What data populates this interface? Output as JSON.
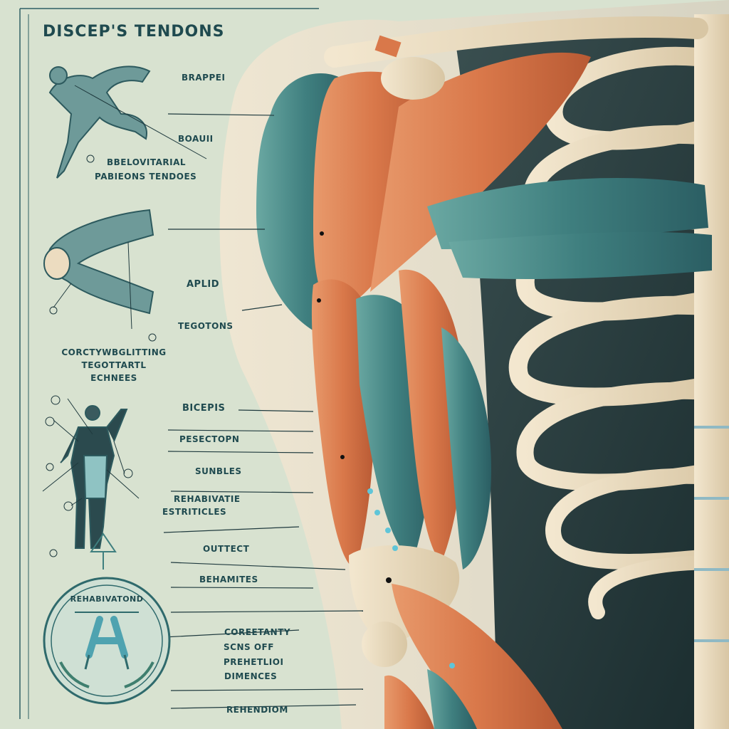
{
  "title": "DISCEP'S TENDONS",
  "labels": {
    "l1": "BRAPPEI",
    "l2": "BOAUII",
    "l3a": "BBELOVITARIAL",
    "l3b": "PABIEONS TENDOES",
    "l4": "APLID",
    "l5": "TEGOTONS",
    "l6a": "CORCTYWBGLITTING",
    "l6b": "TEGOTTARTL",
    "l6c": "ECHNEES",
    "l7": "BICEPIS",
    "l8": "PESECTOPN",
    "l9": "SUNBLES",
    "l10a": "REHABIVATIE",
    "l10b": "ESTRITICLES",
    "l11": "OUTTECT",
    "l12": "BEHAMITES",
    "l13a": "COREETANTY",
    "l13b": "SCNS OFF",
    "l13c": "PREHETLIOI",
    "l13d": "DIMENCES",
    "l14": "REHENDIOM"
  },
  "badge": {
    "text": "REHABIVATOND"
  },
  "colors": {
    "background": "#d8e2d0",
    "ink": "#1f4a4f",
    "muscle_orange": "#d97a4a",
    "muscle_teal": "#3f7f7f",
    "bone": "#ecdcc0"
  }
}
